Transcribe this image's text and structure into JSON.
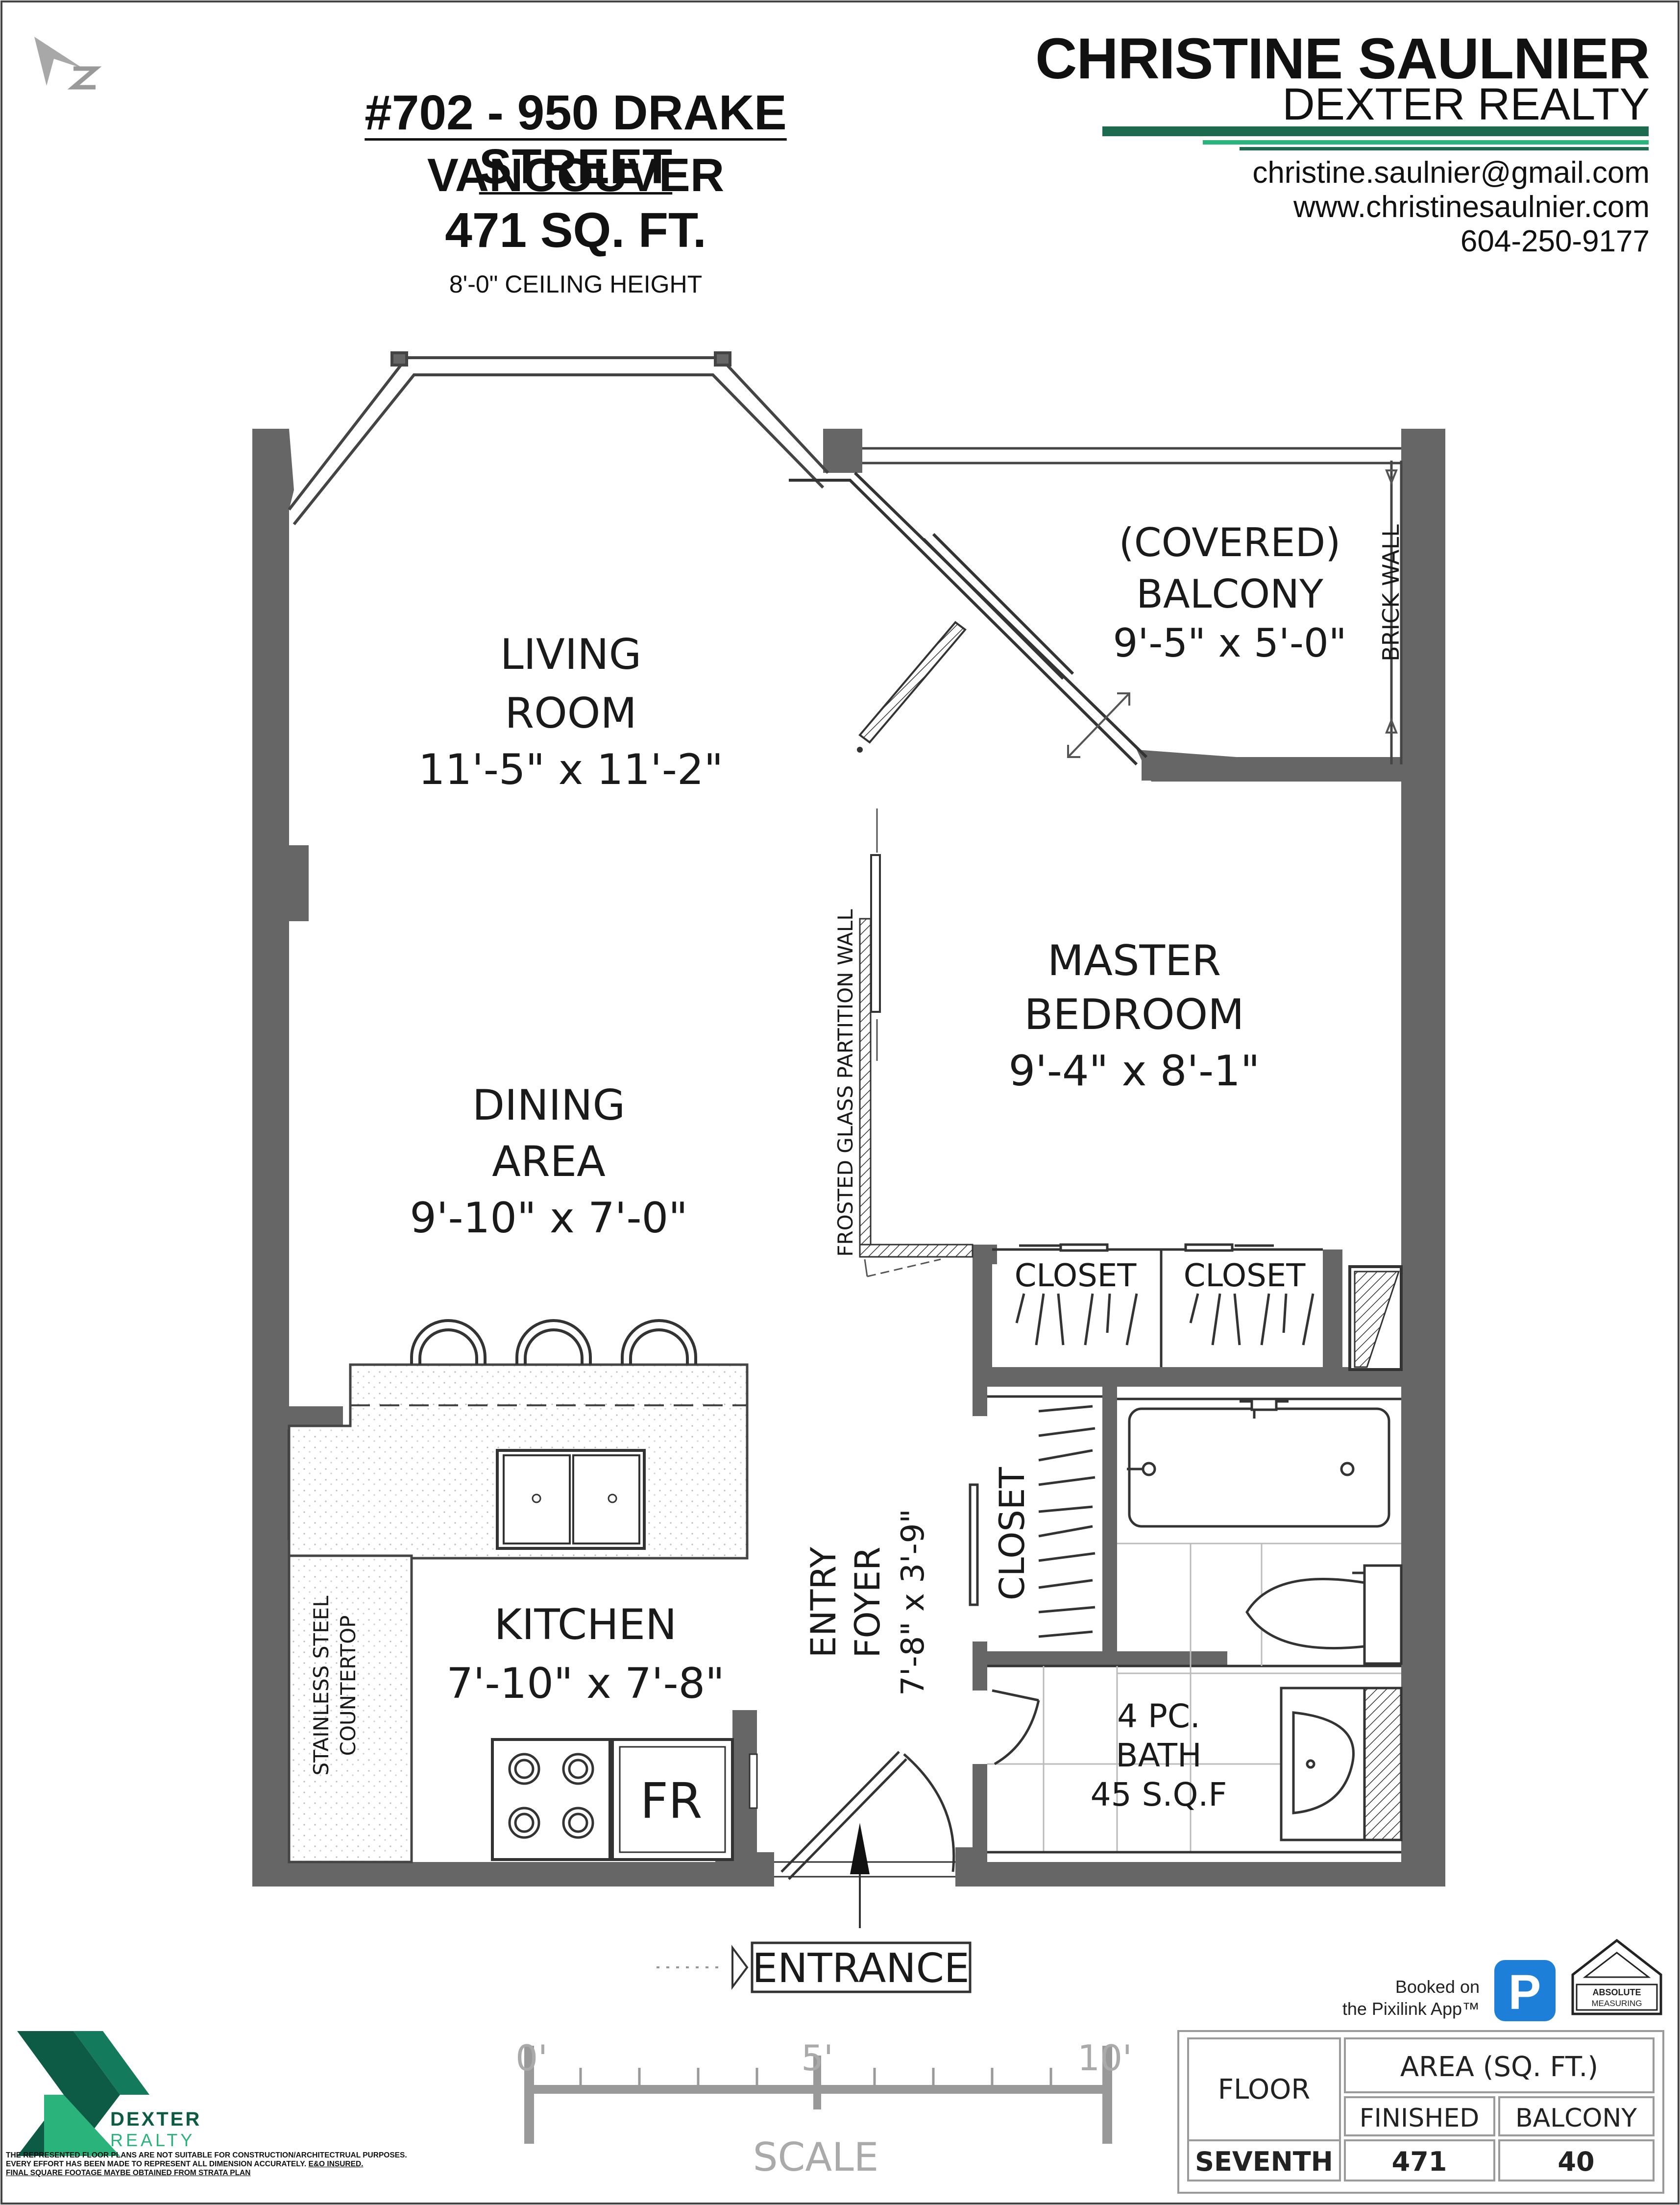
{
  "header": {
    "address": "#702 - 950 DRAKE STREET",
    "city": "VANCOUVER",
    "area": "471 SQ. FT.",
    "ceiling": "8'-0\" CEILING HEIGHT"
  },
  "agent": {
    "name": "CHRISTINE SAULNIER",
    "brokerage": "DEXTER REALTY",
    "email": "christine.saulnier@gmail.com",
    "website": "www.christinesaulnier.com",
    "phone": "604-250-9177",
    "accent_color": "#1d6b4e",
    "accent_light": "#2bb37c"
  },
  "rooms": {
    "living": {
      "name1": "LIVING",
      "name2": "ROOM",
      "dims": "11'-5\" x 11'-2\""
    },
    "balcony": {
      "name1": "(COVERED)",
      "name2": "BALCONY",
      "dims": "9'-5\" x 5'-0\""
    },
    "brick_wall": "BRICK WALL",
    "master": {
      "name1": "MASTER",
      "name2": "BEDROOM",
      "dims": "9'-4\" x 8'-1\""
    },
    "partition": "FROSTED GLASS PARTITION WALL",
    "dining": {
      "name1": "DINING",
      "name2": "AREA",
      "dims": "9'-10\" x 7'-0\""
    },
    "closet_left": "CLOSET",
    "closet_right": "CLOSET",
    "closet_foyer": "CLOSET",
    "kitchen": {
      "name": "KITCHEN",
      "dims": "7'-10\" x 7'-8\""
    },
    "countertop1": "STAINLESS STEEL",
    "countertop2": "COUNTERTOP",
    "foyer": {
      "name1": "ENTRY",
      "name2": "FOYER",
      "dims": "7'-8\" x 3'-9\""
    },
    "bath": {
      "name1": "4 PC.",
      "name2": "BATH",
      "area": "45 S.Q.F"
    },
    "fridge": "FR",
    "entrance": "ENTRANCE"
  },
  "scale": {
    "label": "SCALE",
    "ticks": [
      "0'",
      "5'",
      "10'"
    ]
  },
  "area_table": {
    "floor_header": "FLOOR",
    "area_header": "AREA (SQ. FT.)",
    "finished_header": "FINISHED",
    "balcony_header": "BALCONY",
    "floor": "SEVENTH",
    "finished": "471",
    "balcony": "40"
  },
  "booking": {
    "line1": "Booked on",
    "line2": "the Pixilink App™",
    "app_letter": "P",
    "app_color": "#1e7fd8"
  },
  "badge": {
    "line1": "ABSOLUTE",
    "line2": "MEASURING"
  },
  "logo": {
    "line1": "DEXTER",
    "line2": "REALTY",
    "dark": "#0e5b45",
    "light": "#2bb37c"
  },
  "disclaimer": {
    "line1": "THE REPRESENTED FLOOR PLANS ARE NOT SUITABLE FOR CONSTRUCTION/ARCHITECTRUAL PURPOSES.",
    "line2": "EVERY EFFORT HAS BEEN MADE TO REPRESENT ALL DIMENSION ACCURATELY.",
    "line2b": "E&O INSURED.",
    "line3": "FINAL SQUARE FOOTAGE MAYBE OBTAINED FROM STRATA PLAN"
  }
}
